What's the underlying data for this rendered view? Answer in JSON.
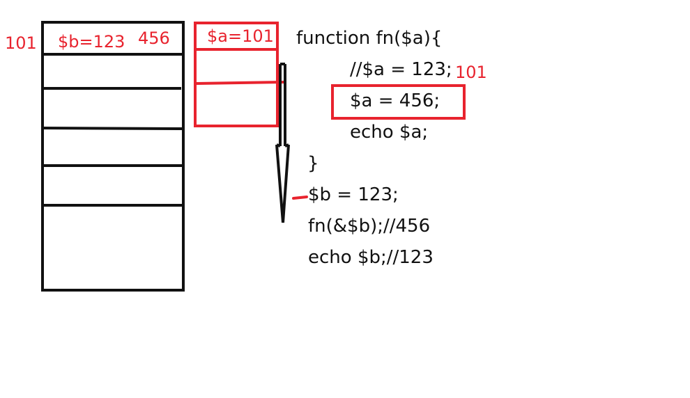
{
  "colors": {
    "ink": "#111111",
    "annotation": "#e8232e",
    "background": "#ffffff"
  },
  "memory_stack": {
    "left_label": "101",
    "cell_label": "$b=123",
    "right_label": "456"
  },
  "function_frame": {
    "cell_label": "$a=101"
  },
  "code": {
    "line1": "function fn($a){",
    "line2": "//$a = 123;",
    "line2_note": "101",
    "line3": "$a = 456;",
    "line4": "echo $a;",
    "line5": "}",
    "line6": "$b = 123;",
    "line7": "fn(&$b);//456",
    "line8": "echo $b;//123"
  }
}
